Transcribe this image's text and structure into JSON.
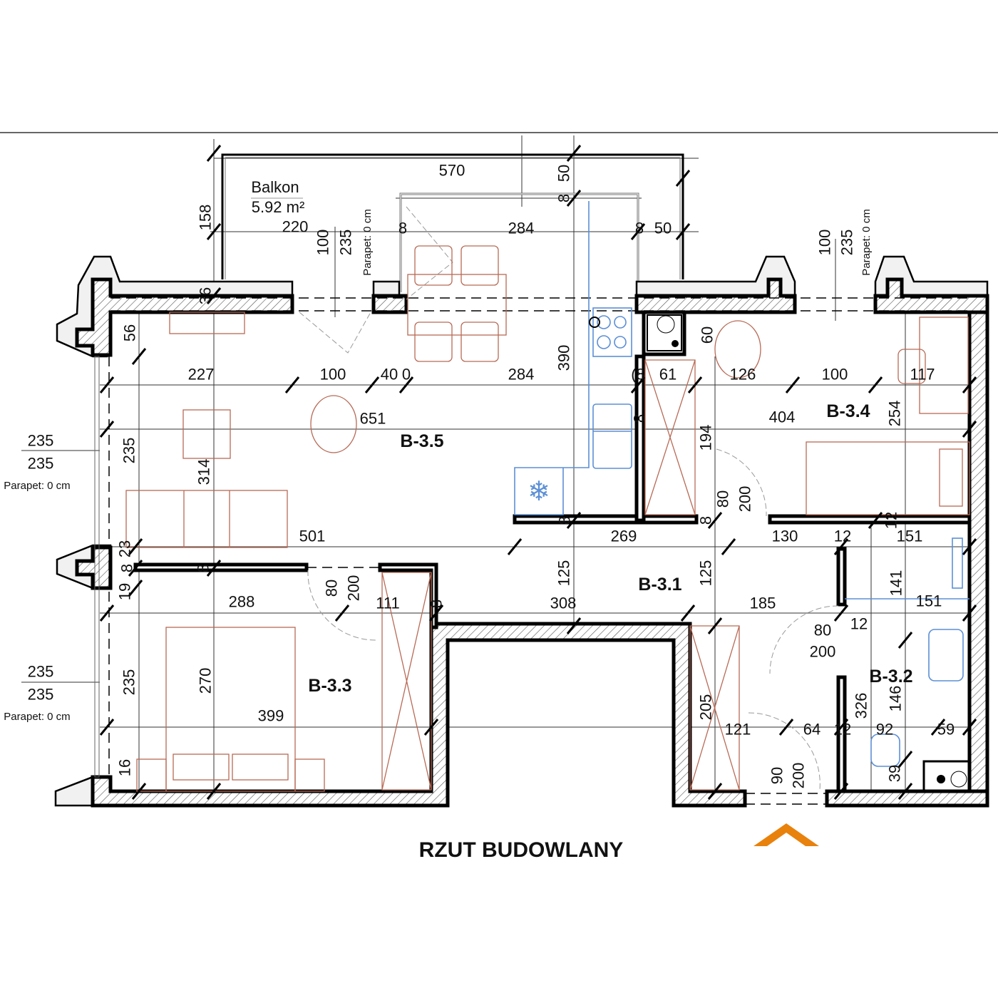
{
  "title": "RZUT BUDOWLANY",
  "balcony": {
    "label": "Balkon",
    "area": "5.92 m²"
  },
  "rooms": [
    "B-3.5",
    "B-3.4",
    "B-3.1",
    "B-3.3",
    "B-3.2"
  ],
  "parapet_labels": [
    "Parapet: 0 cm",
    "Parapet: 0 cm",
    "Parapet: 0 cm",
    "Parapet: 0 cm"
  ],
  "dimensions": [
    "570",
    "220",
    "8",
    "284",
    "8",
    "50",
    "227",
    "100",
    "40",
    "0",
    "284",
    "(8",
    "61",
    "126",
    "100",
    "117",
    "651",
    "404",
    "501",
    "269",
    "130",
    "12",
    "151",
    "288",
    "111",
    "308",
    "185",
    "151",
    "80",
    "12",
    "200",
    "399",
    "121",
    "64",
    "12",
    "92",
    "59",
    "235",
    "235",
    "235",
    "235",
    "158",
    "100",
    "235",
    "36",
    "56",
    "50",
    "8",
    "390",
    "60",
    "8",
    "194",
    "80",
    "200",
    "8",
    "8",
    "12",
    "100",
    "235",
    "254",
    "235",
    "314",
    "23",
    "8",
    "8",
    "19",
    "80",
    "200",
    "8",
    "125",
    "125",
    "141",
    "270",
    "235",
    "205",
    "326",
    "146",
    "16",
    "90",
    "200",
    "39"
  ],
  "colors": {
    "walls": "#000000",
    "furniture": "#b86a55",
    "kitchen_fixtures": "#5b8fd6",
    "entrance_marker": "#e8820c"
  }
}
